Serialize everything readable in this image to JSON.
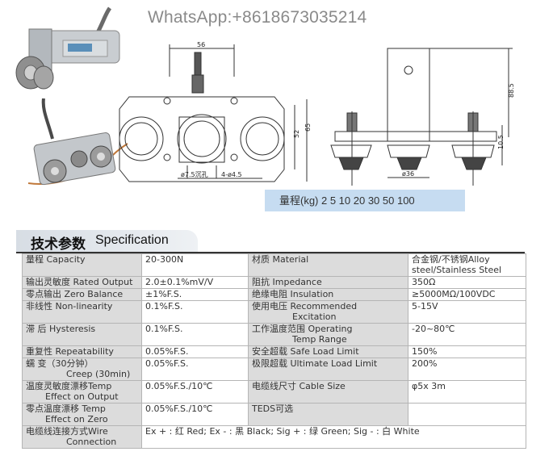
{
  "watermark": "WhatsApp:+8618673035214",
  "drawing": {
    "dim_56": "56",
    "dim_52": "52",
    "dim_65": "65",
    "dim_hole": "ø7.5沉孔",
    "dim_holes4": "4-ø4.5",
    "dim_885": "88.5",
    "dim_105": "10.5",
    "dim_36": "ø36"
  },
  "range": "量程(kg)  2  5  10  20  30  50  100",
  "spec_title_cn": "技术参数",
  "spec_title_en": "Specification",
  "rows": [
    {
      "l1": "量程 Capacity",
      "v1": "20-300N",
      "l2": "材质 Material",
      "v2": "合金钢/不锈钢Alloy steel/Stainless Steel"
    },
    {
      "l1": "输出灵敏度 Rated Output",
      "v1": "2.0±0.1%mV/V",
      "l2": "阻抗 Impedance",
      "v2": "350Ω"
    },
    {
      "l1": "零点输出  Zero Balance",
      "v1": "±1%F.S.",
      "l2": "绝缘电阻  Insulation",
      "v2": "≥5000MΩ/100VDC"
    },
    {
      "l1": "非线性 Non-linearity",
      "v1": "0.1%F.S.",
      "l2": "使用电压  Recommended",
      "l2b": "Excitation",
      "v2": "5-15V"
    },
    {
      "l1": "滞    后 Hysteresis",
      "v1": "0.1%F.S.",
      "l2": "工作温度范围 Operating",
      "l2b": "Temp Range",
      "v2": "-20~80℃"
    },
    {
      "l1": "重复性 Repeatability",
      "v1": "0.05%F.S.",
      "l2": "安全超载 Safe Load Limit",
      "v2": "150%"
    },
    {
      "l1": "蠕    变（30分钟）",
      "l1b": "Creep (30min)",
      "v1": "0.05%F.S.",
      "l2": "极限超载 Ultimate Load Limit",
      "v2": "200%"
    },
    {
      "l1": "温度灵敏度漂移Temp",
      "l1b": "Effect on Output",
      "v1": "0.05%F.S./10℃",
      "l2": "电缆线尺寸 Cable Size",
      "v2": "φ5x 3m"
    },
    {
      "l1": "零点温度漂移 Temp",
      "l1b": "Effect on Zero",
      "v1": "0.05%F.S./10℃",
      "l2": "TEDS可选",
      "v2": ""
    }
  ],
  "wire": {
    "l1": "电缆线连接方式Wire",
    "l1b": "Connection",
    "v": "Ex + : 红 Red;   Ex - : 黑 Black; Sig + : 绿 Green; Sig - : 白 White"
  },
  "colors": {
    "range_bg": "#c6dcf1",
    "header_bg": "#dcdcdc"
  }
}
